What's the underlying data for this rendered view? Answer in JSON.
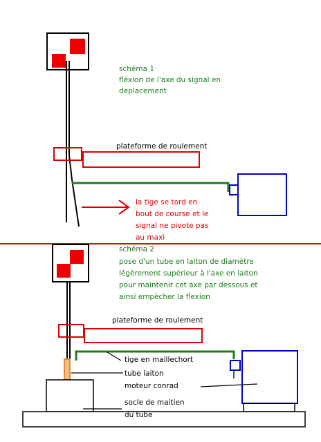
{
  "colors": {
    "background": "#ffffff",
    "black": "#000000",
    "red": "#e00000",
    "green": "#1f7a1f",
    "blue": "#0000cc",
    "orange": "#e08a3a",
    "divider": "#e00000"
  },
  "scheme1": {
    "title_line1": "schéma 1",
    "title_line2": "fléxion de l'axe du signal en",
    "title_line3": "deplacement",
    "platform_label": "plateforme de roulement",
    "note_line1": "la tige se tord en",
    "note_line2": "bout de course et le",
    "note_line3": "signal ne pivote pas",
    "note_line4": "au maxi"
  },
  "scheme2": {
    "title_line1": "schéma 2",
    "title_line2": "pose d'un tube en laiton de diamètre",
    "title_line3": "légèrement supérieur à l'axe en laiton",
    "title_line4": "pour maintenir cet axe par dessous et",
    "title_line5": "ainsi empècher la flexion",
    "platform_label": "plateforme de roulement",
    "label_rod": "tige en maillechort",
    "label_tube": "tube laiton",
    "label_motor": "moteur conrad",
    "label_base_line1": "socle de maitien",
    "label_base_line2": "du tube"
  }
}
